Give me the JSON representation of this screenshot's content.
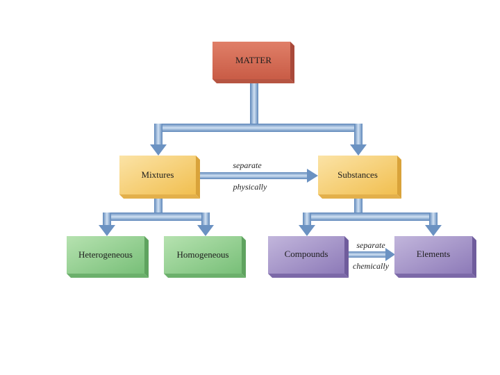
{
  "diagram": {
    "nodes": {
      "matter": {
        "label": "MATTER"
      },
      "mixtures": {
        "label": "Mixtures"
      },
      "substances": {
        "label": "Substances"
      },
      "heterogeneous": {
        "label": "Heterogeneous"
      },
      "homogeneous": {
        "label": "Homogeneous"
      },
      "compounds": {
        "label": "Compounds"
      },
      "elements": {
        "label": "Elements"
      }
    },
    "edges": {
      "mixtures_to_substances": {
        "top_label": "separate",
        "bottom_label": "physically"
      },
      "compounds_to_elements": {
        "top_label": "separate",
        "bottom_label": "chemically"
      }
    },
    "colors": {
      "matter": "#d9705a",
      "mixtures_substances": "#f5cf72",
      "heterogeneous_homogeneous": "#8fcf8e",
      "compounds_elements": "#a493c6",
      "arrow": "#7fa6d2"
    }
  }
}
